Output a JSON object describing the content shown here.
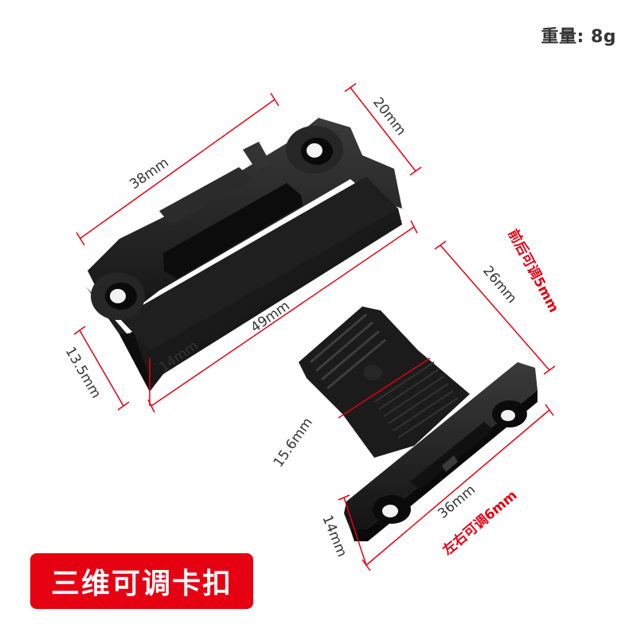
{
  "header": {
    "weight": "重量: 8g"
  },
  "banner": {
    "title": "三维可调卡扣",
    "color": "#e50012"
  },
  "colors": {
    "dimension_line": "#e50012",
    "dimension_text": "#333333",
    "note_text": "#e50012",
    "part": "#1a1a1a"
  },
  "part_left": {
    "name": "strike-plate",
    "dims": {
      "length_top": "38mm",
      "width": "20mm",
      "length_bottom": "49mm",
      "height": "13.5mm",
      "depth": "14mm"
    }
  },
  "part_right": {
    "name": "latch-catch",
    "dims": {
      "length": "26mm",
      "neck": "15.6mm",
      "base_length": "36mm",
      "base_height": "14mm"
    },
    "notes": {
      "front_back": "前后可调5mm",
      "left_right": "左右可调6mm"
    }
  }
}
